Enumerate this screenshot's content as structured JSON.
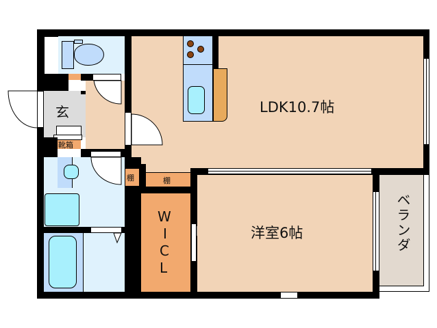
{
  "floorplan": {
    "rooms": {
      "ldk": {
        "label": "LDK10.7帖",
        "type": "living-dining-kitchen",
        "size_jo": 10.7
      },
      "western_room": {
        "label": "洋室6帖",
        "type": "bedroom",
        "size_jo": 6
      },
      "entrance": {
        "label": "玄"
      },
      "shoe_cabinet": {
        "label": "靴箱"
      },
      "shelf_small": {
        "label": "棚"
      },
      "shelf_wide": {
        "label": "棚"
      },
      "wic": {
        "label_lines": [
          "W",
          "I",
          "C",
          "L"
        ]
      },
      "veranda": {
        "label": "ベランダ"
      }
    },
    "colors": {
      "room_floor": "#f2d4b7",
      "wet_area": "#dff2fd",
      "fixture": "#c0dcfb",
      "fixture_water": "#a8f0fd",
      "storage": "#f2a96e",
      "kitchen_counter": "#e8aa5c",
      "entrance_floor": "#dcdcdc",
      "veranda": "#e2d9cf",
      "stove_burner": "#8b4513",
      "wall": "#000000"
    }
  }
}
